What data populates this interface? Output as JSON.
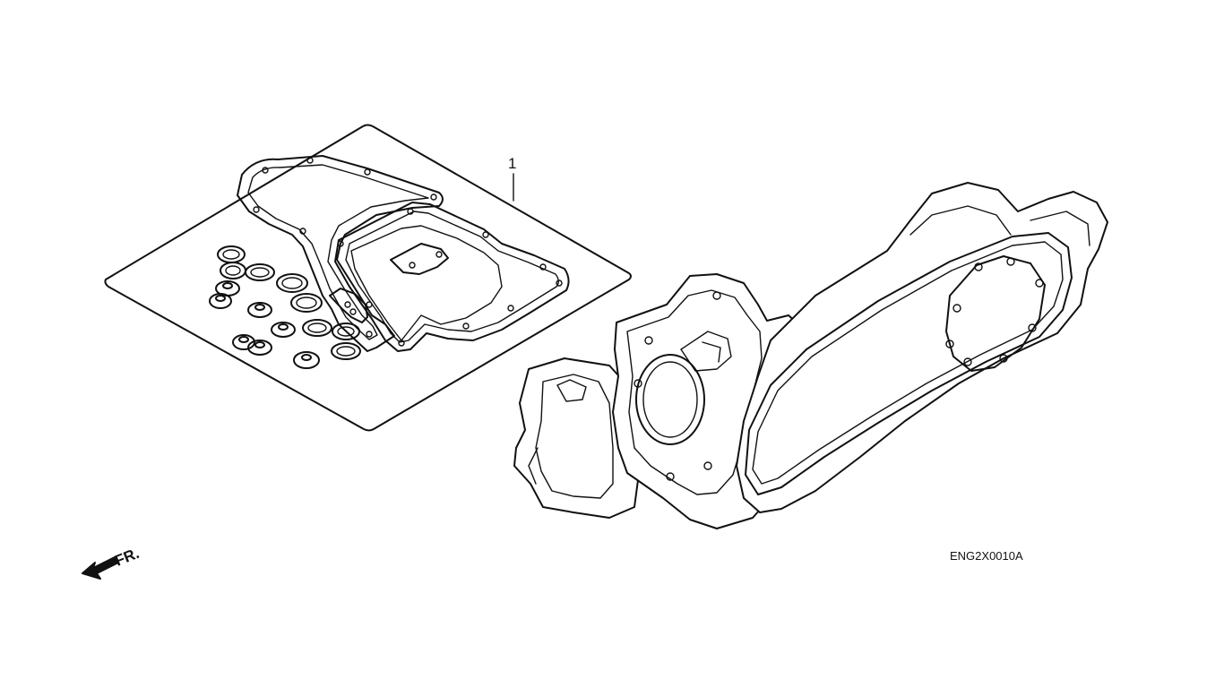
{
  "diagram": {
    "callouts": [
      {
        "number": "1"
      }
    ],
    "direction_label": "FR.",
    "drawing_code": "ENG2X0010A"
  },
  "icons": {
    "direction_arrow": "arrow-left-down-icon"
  }
}
